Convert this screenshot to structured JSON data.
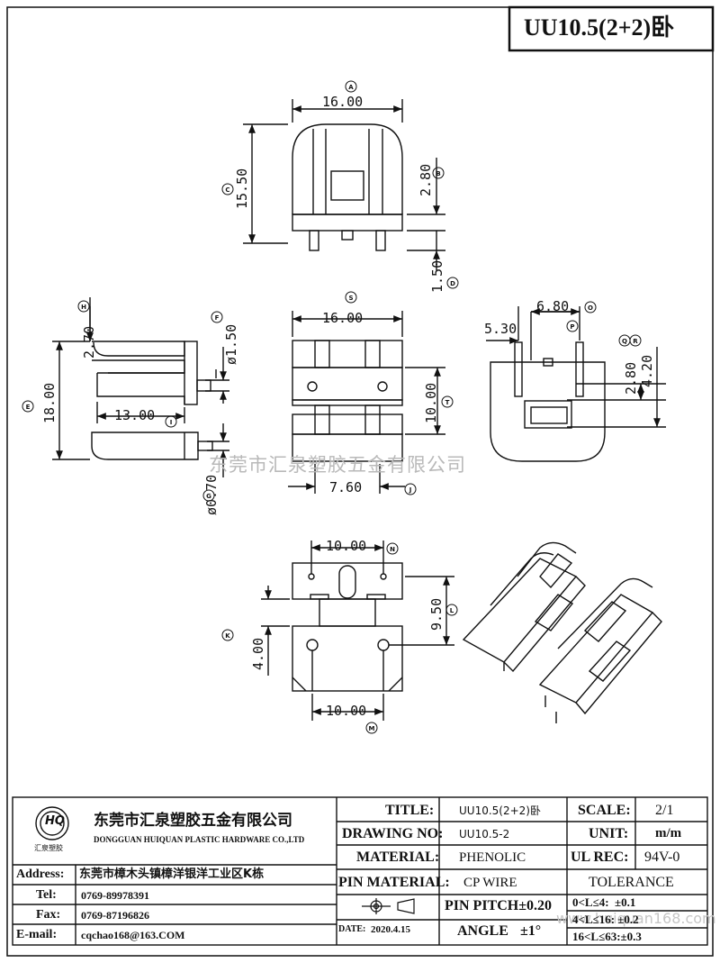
{
  "header": {
    "part_title": "UU10.5(2+2)卧"
  },
  "dimensions": {
    "top_width": "16.00",
    "top_height": "15.50",
    "top_gap": "2.80",
    "top_pin_len": "1.50",
    "side_height": "18.00",
    "side_top": "2.70",
    "side_pin_dia": "ø1.50",
    "side_pin_dia2": "ø0.70",
    "side_depth": "13.00",
    "front_width": "16.00",
    "front_mid": "10.00",
    "front_pin_span": "7.60",
    "pcb_pitch": "6.80",
    "pcb_left": "5.30",
    "pcb_h1": "2.80",
    "pcb_h2": "4.20",
    "bottom_top": "10.00",
    "bottom_bottom": "10.00",
    "bottom_height": "9.50",
    "bottom_left": "4.00"
  },
  "callouts": [
    "A",
    "B",
    "C",
    "D",
    "E",
    "F",
    "G",
    "H",
    "I",
    "J",
    "K",
    "L",
    "M",
    "N",
    "O",
    "P",
    "Q",
    "R",
    "S",
    "T"
  ],
  "watermark": {
    "main": "东莞市汇泉塑胶五金有限公司",
    "url": "www.huiquan168.com"
  },
  "company": {
    "logo_letters": "HQ",
    "logo_caption": "汇泉塑胶",
    "name_cn": "东莞市汇泉塑胶五金有限公司",
    "name_en": "DONGGUAN HUIQUAN PLASTIC HARDWARE CO.,LTD"
  },
  "contact": {
    "address_label": "Address:",
    "address": "东莞市樟木头镇樟洋银洋工业区K栋",
    "tel_label": "Tel:",
    "tel": "0769-89978391",
    "fax_label": "Fax:",
    "fax": "0769-87196826",
    "email_label": "E-mail:",
    "email": "cqchao168@163.COM"
  },
  "spec": {
    "title_label": "TITLE:",
    "title": "UU10.5(2+2)卧",
    "drawing_label": "DRAWING NO:",
    "drawing": "UU10.5-2",
    "material_label": "MATERIAL:",
    "material": "PHENOLIC",
    "pin_material_label": "PIN MATERIAL:",
    "pin_material": "CP WIRE",
    "pin_pitch": "PIN PITCH±0.20",
    "angle_label": "ANGLE",
    "angle": "±1°",
    "date_label": "DATE:",
    "date": "2020.4.15"
  },
  "info": {
    "scale_label": "SCALE:",
    "scale": "2/1",
    "unit_label": "UNIT:",
    "unit": "m/m",
    "ul_label": "UL REC:",
    "ul": "94V-0",
    "tolerance_label": "TOLERANCE",
    "tol1": "0<L≤4:  ±0.1",
    "tol2": "4<L≤16: ±0.2",
    "tol3": "16<L≤63:±0.3"
  }
}
